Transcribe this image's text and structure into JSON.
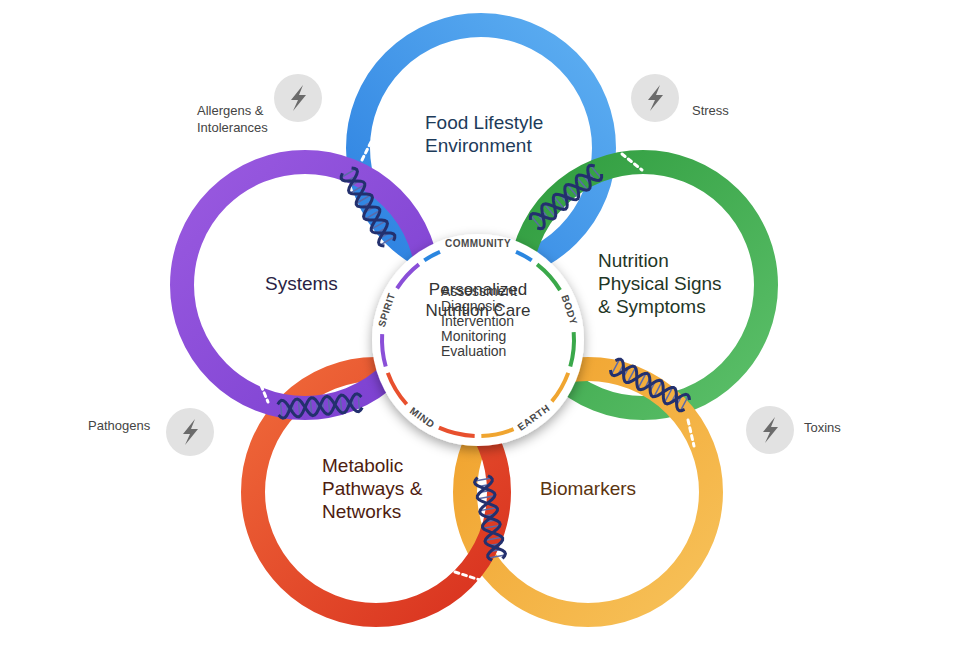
{
  "diagram": {
    "nodes": [
      {
        "text": [
          "Food Lifestyle Environment"
        ]
      },
      {
        "text": [
          "Nutrition Physical Signs & Symptoms"
        ]
      },
      {
        "text": [
          "Biomarkers"
        ]
      },
      {
        "text": [
          "Metabolic Pathways & Networks"
        ]
      },
      {
        "text": [
          "Systems"
        ]
      },
      {
        "text": [
          "Personalized Nutrition Care",
          "Assessment Diagnosis Intervention Monitoring Evaluation"
        ]
      }
    ],
    "labels": [
      "Allergens & Intolerances",
      "Stress",
      "Toxins",
      "Pathogens",
      "COMMUNITY",
      "BODY",
      "EARTH",
      "MIND",
      "SPIRIT"
    ]
  }
}
